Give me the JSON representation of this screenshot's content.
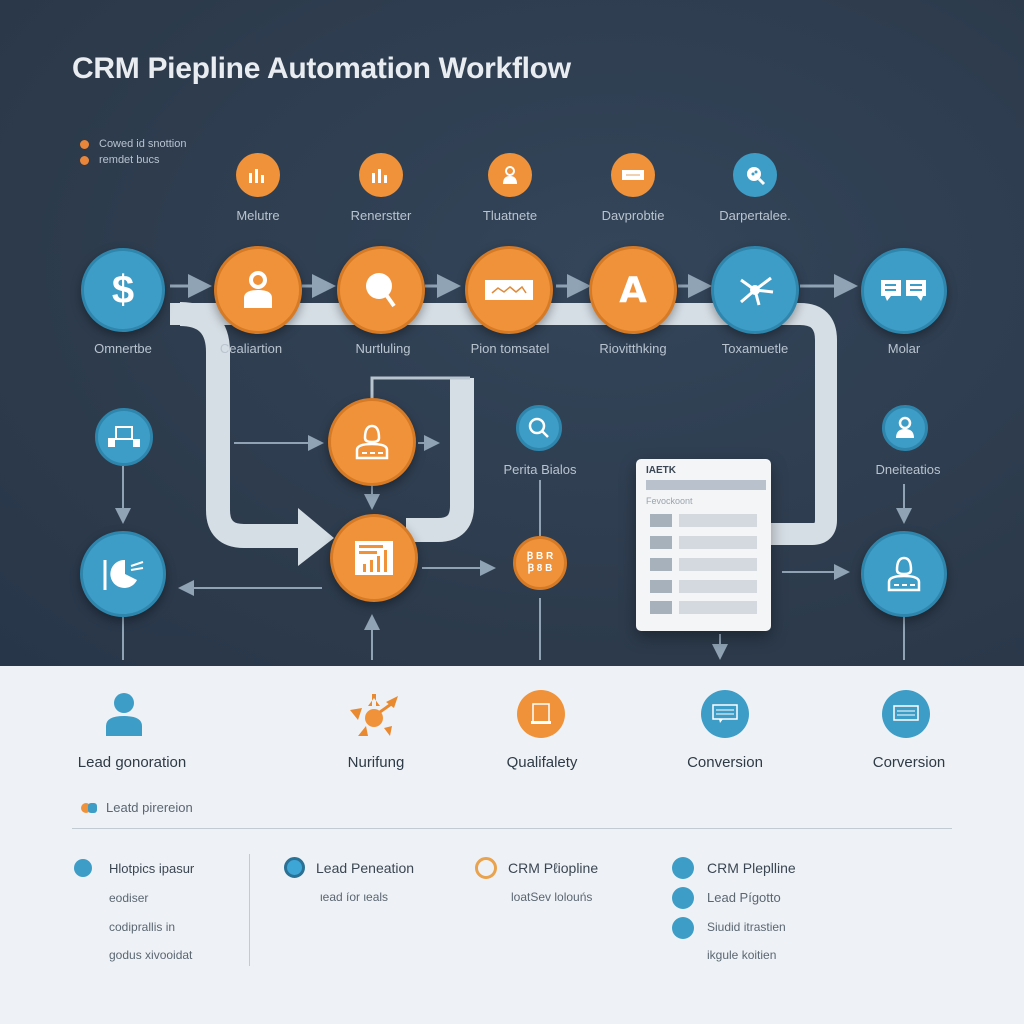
{
  "title": "CRM Piepline Automation Workflow",
  "colors": {
    "background_dark": "#2f3e4f",
    "background_light": "#eef2f6",
    "accent_orange": "#f0923a",
    "accent_blue": "#3e9dc6",
    "connector": "#d6dee5"
  },
  "legend": [
    {
      "label": "Cowed id snottion",
      "color": "#e9863a"
    },
    {
      "label": "remdet bucs",
      "color": "#e9863a"
    }
  ],
  "top_row": [
    {
      "label": "Melutre",
      "icon": "chart-bars-icon",
      "color": "orange"
    },
    {
      "label": "Renerstter",
      "icon": "chart-bars-icon",
      "color": "orange"
    },
    {
      "label": "Tluatnete",
      "icon": "person-icon",
      "color": "orange"
    },
    {
      "label": "Davprobtie",
      "icon": "document-icon",
      "color": "orange"
    },
    {
      "label": "Darpertalee.",
      "icon": "search-icon",
      "color": "blue"
    }
  ],
  "main_row": [
    {
      "label": "Omnertbe",
      "icon": "dollar-icon",
      "color": "blue"
    },
    {
      "label": "Cealiartion",
      "icon": "person-icon",
      "color": "orange"
    },
    {
      "label": "Nurtluling",
      "icon": "search-icon",
      "color": "orange"
    },
    {
      "label": "Pion tomsatel",
      "icon": "graph-card-icon",
      "color": "orange"
    },
    {
      "label": "Riovitthking",
      "icon": "letter-a-icon",
      "color": "orange"
    },
    {
      "label": "Toxamuetle",
      "icon": "network-icon",
      "color": "blue"
    },
    {
      "label": "Molar",
      "icon": "chat-bubbles-icon",
      "color": "blue"
    }
  ],
  "middle": {
    "left_top_icon": "devices-icon",
    "left_bottom_icon": "pie-chart-icon",
    "center_top_icon": "person-badge-icon",
    "center_bottom_icon": "report-chart-icon",
    "search_label": "Perita Bialos",
    "grid_icon_text": "Ꞵ B R  Ꞵ 8 B",
    "right_top_label": "Dneiteatios",
    "right_bottom_icon": "person-badge-icon"
  },
  "card": {
    "title": "IAETK",
    "subtitle": "Fevockoont",
    "rows": 5
  },
  "stages": [
    {
      "label": "Lead gonoration",
      "icon": "user-icon",
      "color": "blue"
    },
    {
      "label": "Nurifung",
      "icon": "burst-arrows-icon",
      "color": "orange"
    },
    {
      "label": "Qualifalety",
      "icon": "tablet-icon",
      "color": "orange"
    },
    {
      "label": "Conversion",
      "icon": "screen-icon",
      "color": "blue"
    },
    {
      "label": "Corversion",
      "icon": "screen-icon",
      "color": "blue"
    }
  ],
  "section_label": "Leatd pirereion",
  "bottom_lists": {
    "col1": {
      "items": [
        "Hlotpics ipasur",
        "eodiser",
        "codiprallis in",
        "godus xivooidat"
      ]
    },
    "col2": {
      "title": "Lead Peneation",
      "sub": "ιead íor ιeals"
    },
    "col3": {
      "title": "CRM Pℓiopline",
      "sub": "loatSev lolouńs"
    },
    "col4": {
      "items": [
        "CRM Pleplline",
        "Lead Pígotto",
        "Siudid itrastien",
        "ikgule koitien"
      ]
    }
  }
}
